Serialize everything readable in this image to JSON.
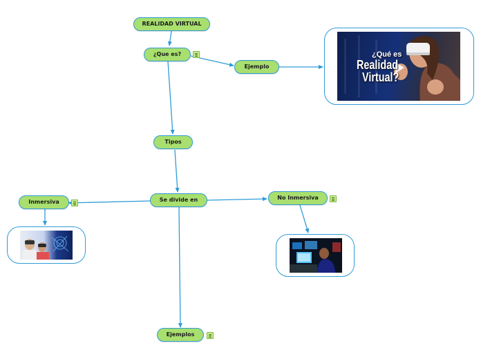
{
  "nodes": {
    "root": "REALIDAD VIRTUAL",
    "que_es": "¿Que es?",
    "ejemplo": "Ejemplo",
    "tipos": "Tipos",
    "se_divide": "Se divide en",
    "inmersiva": "Inmersiva",
    "no_inmersiva": "No Inmersiva",
    "ejemplos": "Ejemplos"
  },
  "video": {
    "line1": "¿Qué es",
    "line2": "Realidad",
    "line3": "Virtual?"
  },
  "colors": {
    "node_fill": "#a8df6f",
    "connector": "#2e9bd6",
    "note_icon": "#c9ec8f"
  }
}
